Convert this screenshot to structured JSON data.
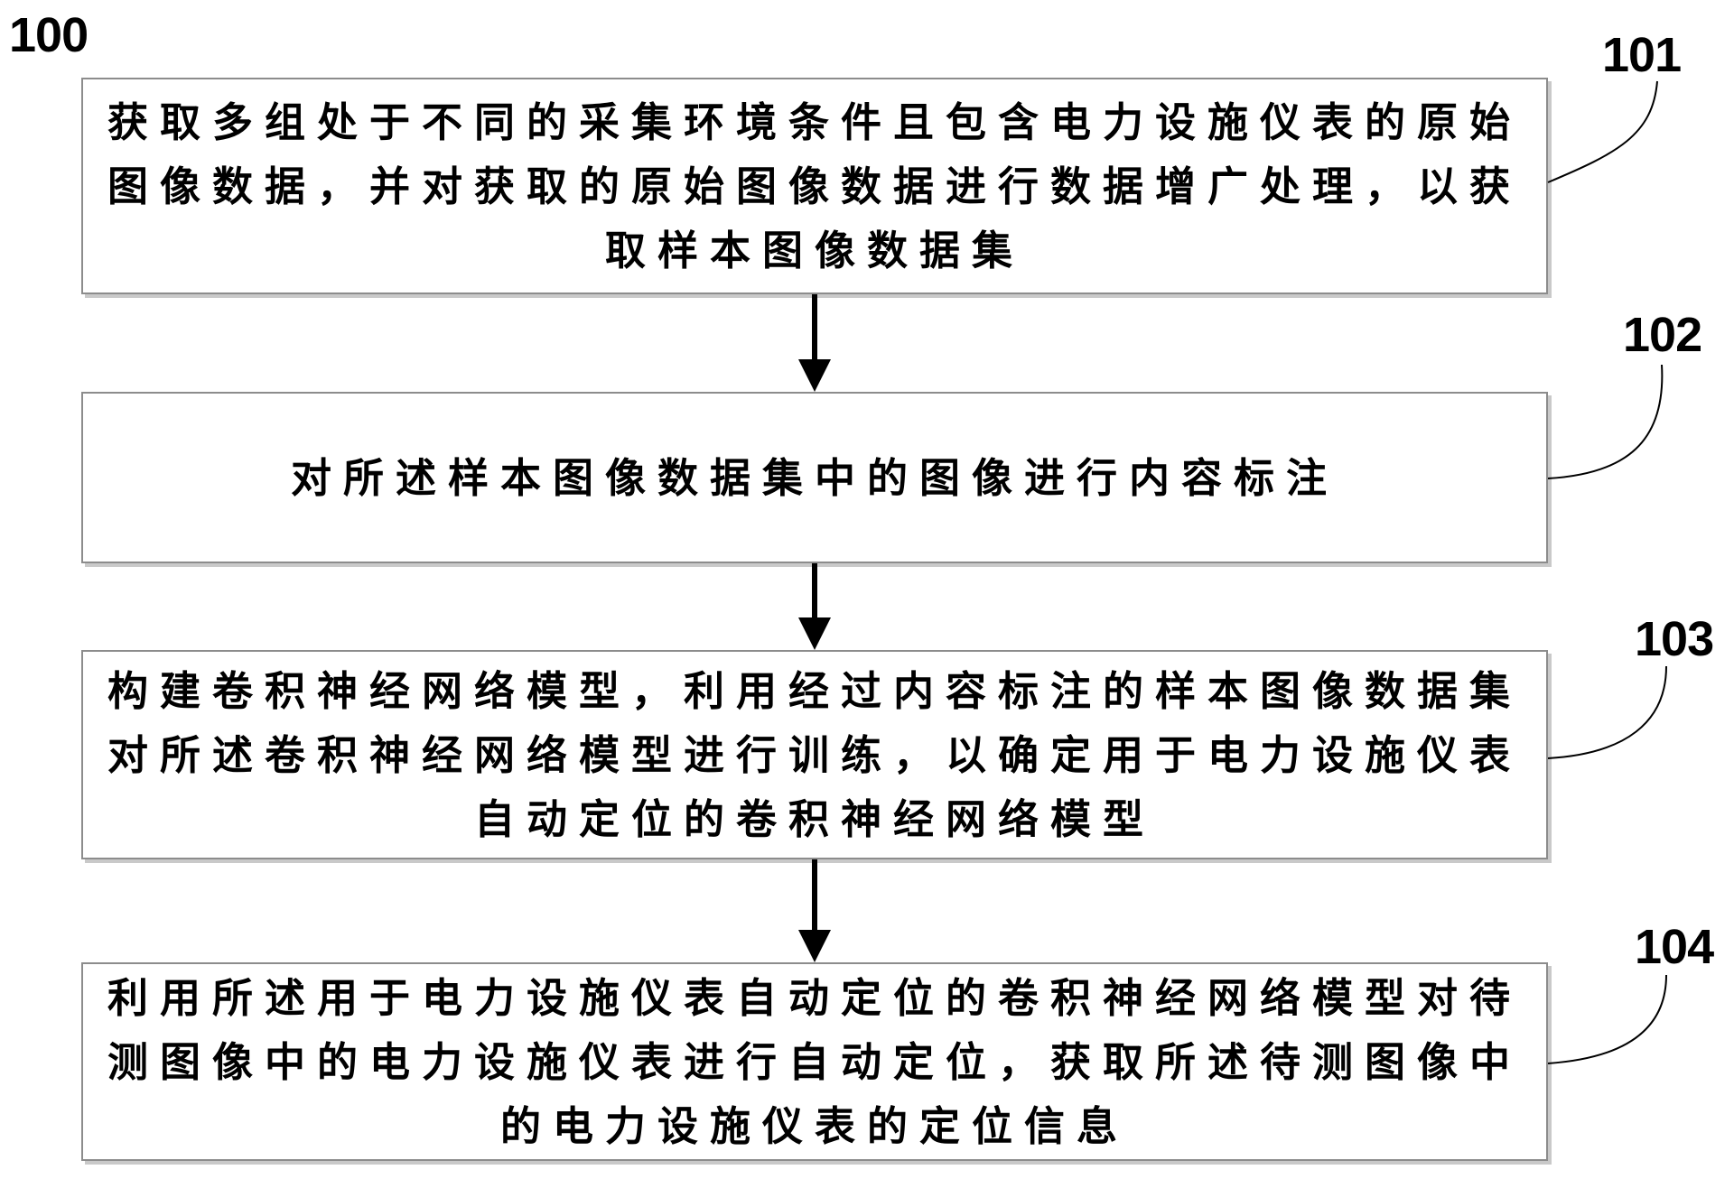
{
  "figure": {
    "label": "100"
  },
  "steps": [
    {
      "id": "101",
      "text": "获取多组处于不同的采集环境条件且包含电力设施仪表的原始图像数据，并对获取的原始图像数据进行数据增广处理，以获取样本图像数据集"
    },
    {
      "id": "102",
      "text": "对所述样本图像数据集中的图像进行内容标注"
    },
    {
      "id": "103",
      "text": "构建卷积神经网络模型，利用经过内容标注的样本图像数据集对所述卷积神经网络模型进行训练，以确定用于电力设施仪表自动定位的卷积神经网络模型"
    },
    {
      "id": "104",
      "text": "利用所述用于电力设施仪表自动定位的卷积神经网络模型对待测图像中的电力设施仪表进行自动定位，获取所述待测图像中的电力设施仪表的定位信息"
    }
  ],
  "colors": {
    "box_border": "#8c8c8c",
    "box_shadow": "#c9c9c9",
    "arrow": "#000000",
    "text": "#000000"
  }
}
